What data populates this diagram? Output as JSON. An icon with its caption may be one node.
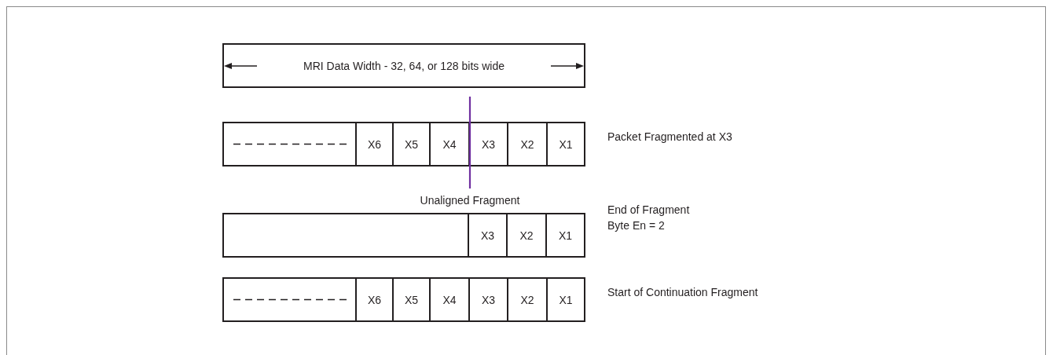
{
  "diagram": {
    "nodes": [
      {
        "text": [
          "MRI Data Width - 32, 64, or 128 bits wide"
        ]
      },
      {
        "text": [],
        "shape": "box",
        "beside": [
          "Packet Fragmented at X3"
        ]
      },
      {
        "text": [],
        "shape": "box",
        "in": 1
      },
      {
        "text": [
          "X6"
        ],
        "in": 1
      },
      {
        "text": [
          "X5"
        ],
        "in": 1
      },
      {
        "text": [
          "X4"
        ],
        "in": 1
      },
      {
        "text": [
          "X3"
        ],
        "in": 1
      },
      {
        "text": [
          "X2"
        ],
        "in": 1
      },
      {
        "text": [
          "X1"
        ],
        "in": 1
      },
      {
        "text": [],
        "shape": "box",
        "beside": [
          "End of Fragment",
          "Byte En = 2"
        ]
      },
      {
        "text": [],
        "shape": "box",
        "in": 9
      },
      {
        "text": [
          "X3"
        ],
        "in": 9
      },
      {
        "text": [
          "X2"
        ],
        "in": 9
      },
      {
        "text": [
          "X1"
        ],
        "in": 9
      },
      {
        "text": [],
        "shape": "box",
        "beside": [
          "Start of Continuation Fragment"
        ]
      },
      {
        "text": [],
        "shape": "box",
        "in": 14
      },
      {
        "text": [
          "X6"
        ],
        "in": 14
      },
      {
        "text": [
          "X5"
        ],
        "in": 14
      },
      {
        "text": [
          "X4"
        ],
        "in": 14
      },
      {
        "text": [
          "X3"
        ],
        "in": 14
      },
      {
        "text": [
          "X2"
        ],
        "in": 14
      },
      {
        "text": [
          "X1"
        ],
        "in": 14
      }
    ],
    "edges": [],
    "labels": [
      "Unaligned Fragment"
    ]
  }
}
